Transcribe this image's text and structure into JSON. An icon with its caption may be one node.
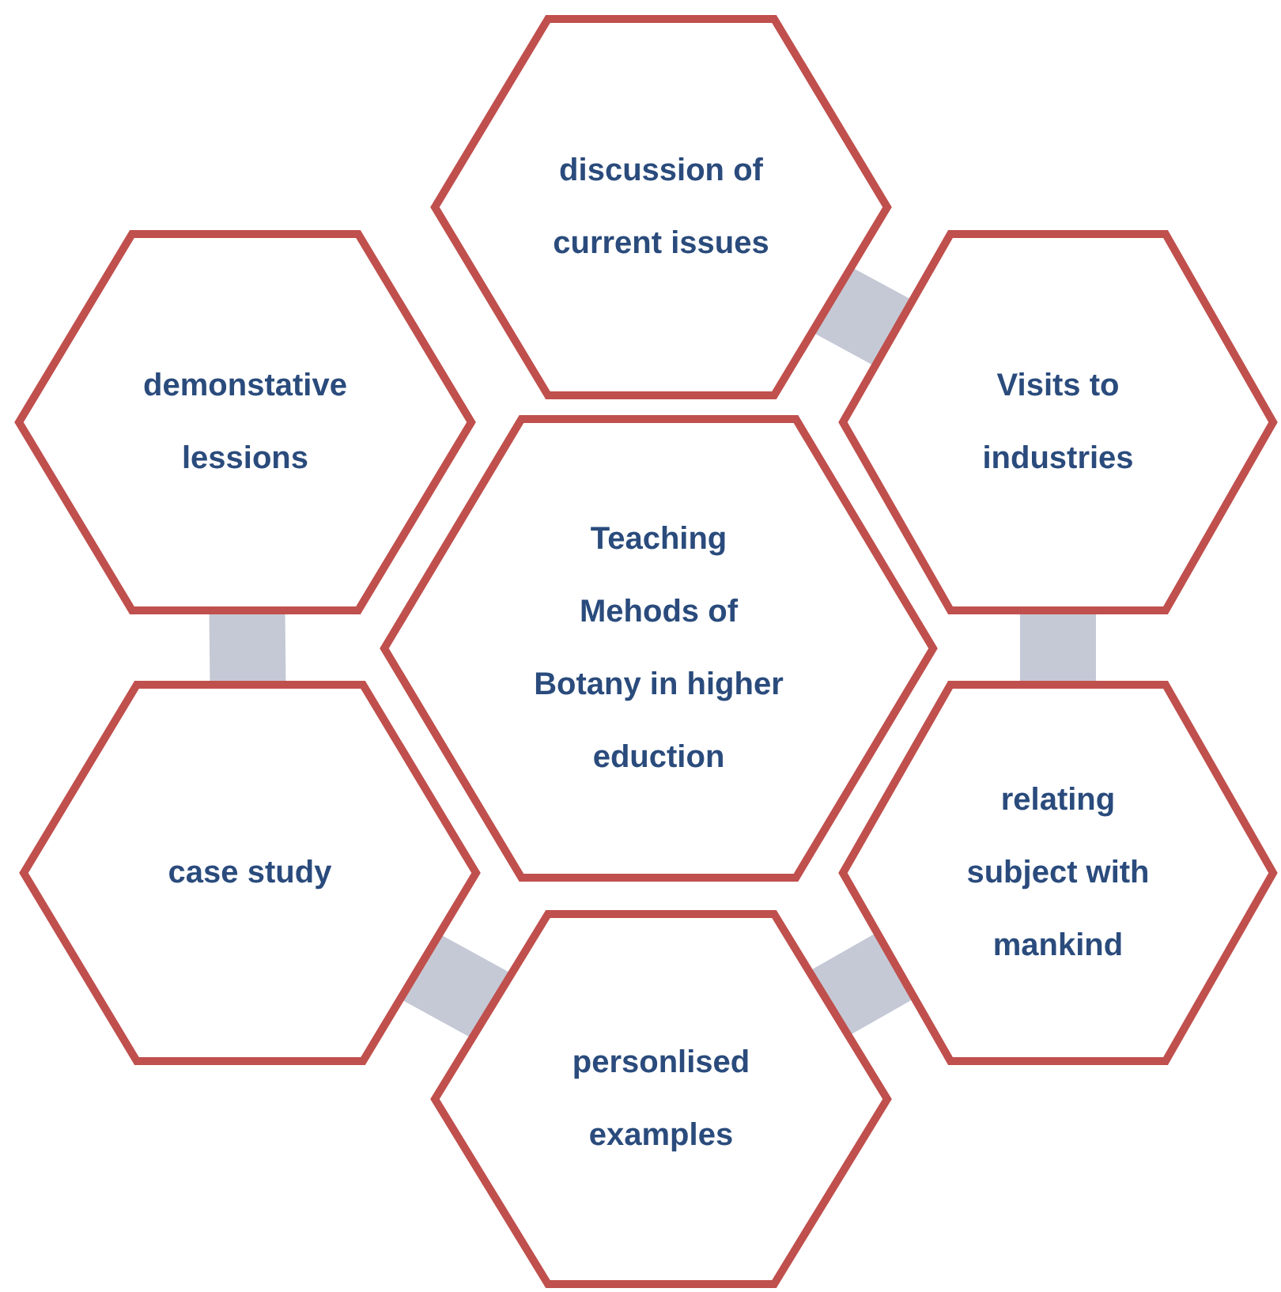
{
  "diagram": {
    "nodes": [
      {
        "text": [
          "discussion of current issues"
        ]
      },
      {
        "text": [
          "demonstative lessions"
        ]
      },
      {
        "text": [
          "Visits to industries"
        ]
      },
      {
        "text": [
          "Teaching Mehods of Botany in higher eduction"
        ]
      },
      {
        "text": [
          "case study"
        ]
      },
      {
        "text": [
          "relating subject with mankind"
        ]
      },
      {
        "text": [
          "personlised examples"
        ]
      }
    ],
    "edges": [
      {
        "from": 0,
        "to": 2,
        "arrow": "none"
      },
      {
        "from": 2,
        "to": 5,
        "arrow": "none"
      },
      {
        "from": 5,
        "to": 6,
        "arrow": "none"
      },
      {
        "from": 6,
        "to": 4,
        "arrow": "none"
      },
      {
        "from": 4,
        "to": 1,
        "arrow": "none"
      }
    ]
  }
}
